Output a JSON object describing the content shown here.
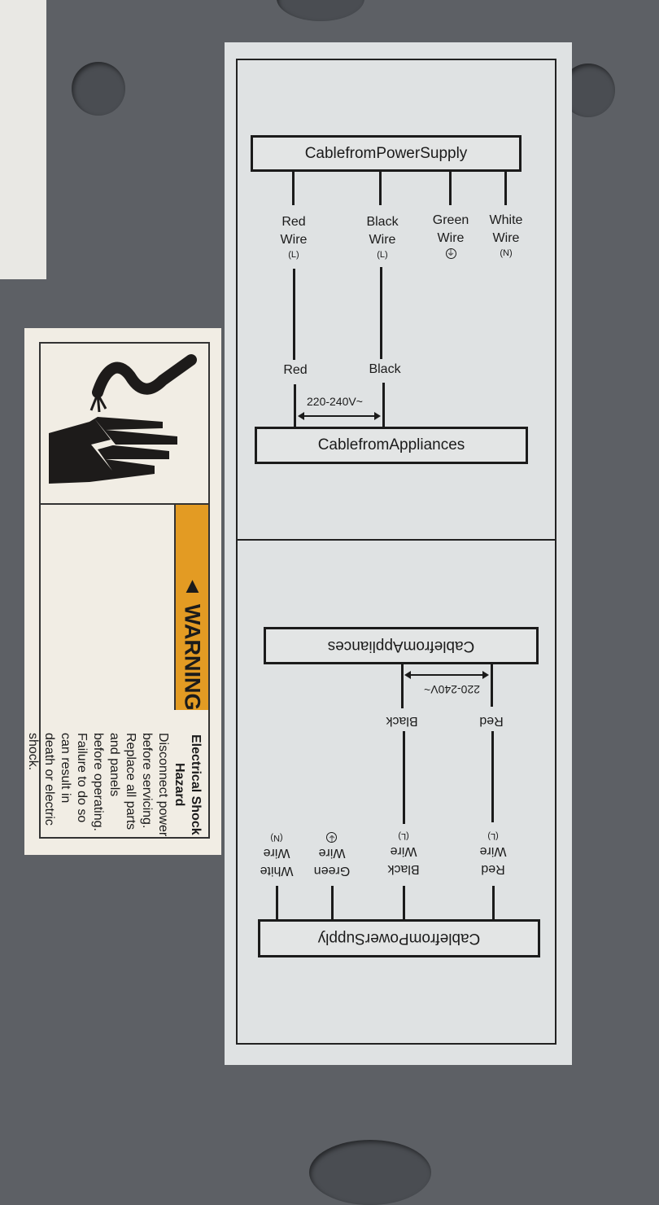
{
  "wiring_label": {
    "supply_box": "CablefromPowerSupply",
    "appliance_box": "CablefromAppliances",
    "wires": [
      {
        "color": "Red",
        "word": "Wire",
        "code": "(L)"
      },
      {
        "color": "Black",
        "word": "Wire",
        "code": "(L)"
      },
      {
        "color": "Green",
        "word": "Wire",
        "code": "⏚"
      },
      {
        "color": "White",
        "word": "Wire",
        "code": "(N)"
      }
    ],
    "appliance_wires": [
      "Red",
      "Black"
    ],
    "voltage": "220-240V~"
  },
  "warning_label": {
    "icon": "electric-shock-hand-icon",
    "signal_word": "WARNING",
    "hazard": "Electrical Shock Hazard",
    "body": "Disconnect power before servicing. Replace all parts and panels before operating. Failure to do so can result in death or electric shock.",
    "accent_color": "#e39b23"
  }
}
